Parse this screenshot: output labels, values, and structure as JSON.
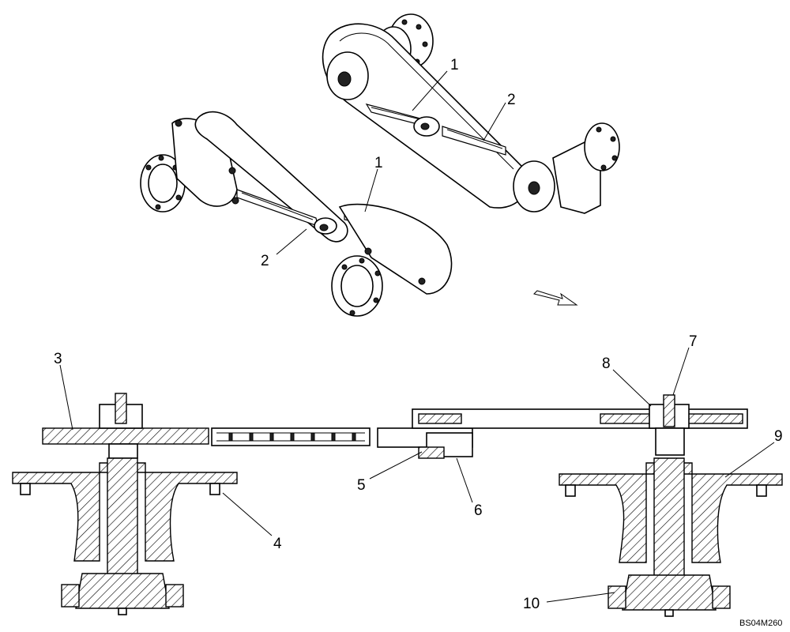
{
  "callouts": {
    "c1a": "1",
    "c1b": "1",
    "c2a": "2",
    "c2b": "2",
    "c3": "3",
    "c4": "4",
    "c5": "5",
    "c6": "6",
    "c7": "7",
    "c8": "8",
    "c9": "9",
    "c10": "10"
  },
  "drawing_code": "BS04M260"
}
